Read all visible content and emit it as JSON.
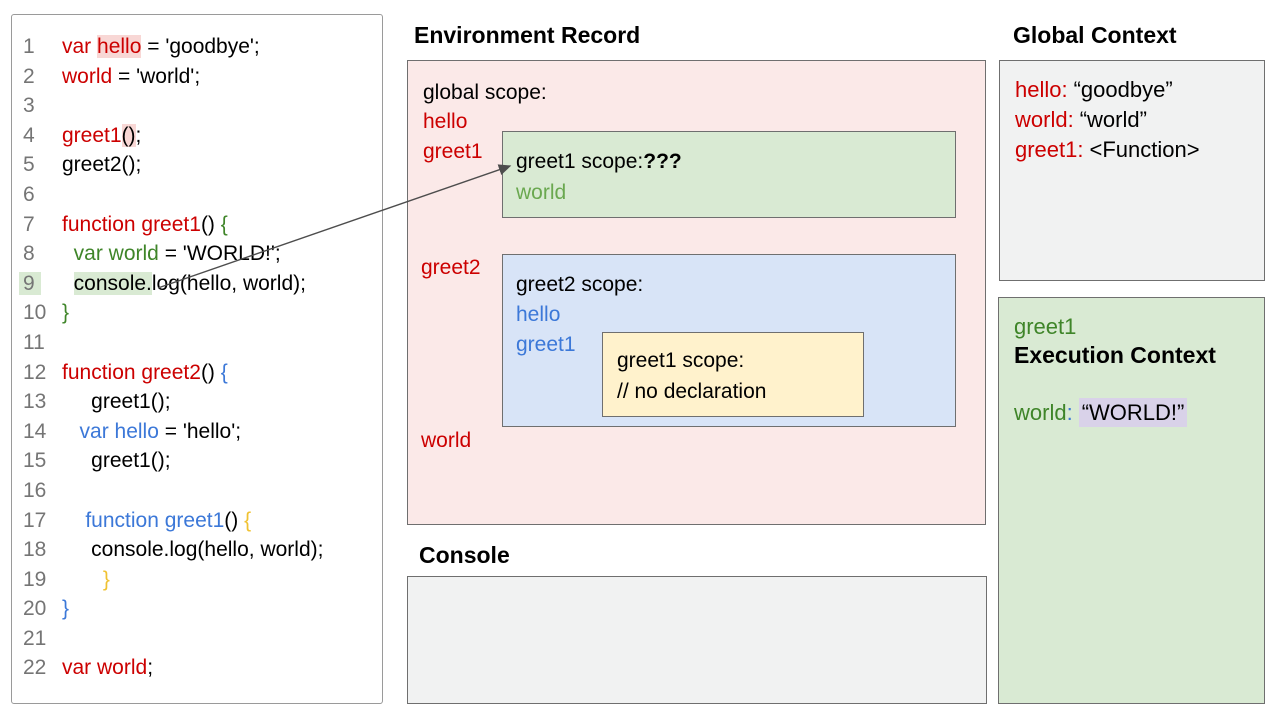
{
  "colors": {
    "red": "#cc0000",
    "green": "#3f8529",
    "lgreen": "#6aa84f",
    "blue": "#3c78d8",
    "yellow": "#f0c232",
    "lnum": "#757575",
    "pinkpanel": "#fbe9e8",
    "greenbox": "#d9ead3",
    "bluebox": "#d8e4f7",
    "yellowbox": "#fff2cc",
    "graybox": "#f1f2f2",
    "lavender": "#d9d2e9",
    "pinkhl": "#f8d7d5",
    "greenhl": "#d9ead3",
    "border": "#6f6f6f",
    "arrow": "#4d4d4d"
  },
  "code_panel": {
    "lines": [
      {
        "n": "1",
        "tokens": [
          {
            "c": "r",
            "t": "var "
          },
          {
            "c": "r",
            "hl": "p",
            "t": "hello"
          },
          {
            "c": "k",
            "t": " = 'goodbye';"
          }
        ]
      },
      {
        "n": "2",
        "tokens": [
          {
            "c": "r",
            "t": "world"
          },
          {
            "c": "k",
            "t": " = 'world';"
          }
        ]
      },
      {
        "n": "3",
        "tokens": []
      },
      {
        "n": "4",
        "tokens": [
          {
            "c": "r",
            "t": "greet1"
          },
          {
            "c": "k",
            "hl": "p",
            "t": "()"
          },
          {
            "c": "k",
            "t": ";"
          }
        ]
      },
      {
        "n": "5",
        "tokens": [
          {
            "c": "k",
            "t": "greet2();"
          }
        ]
      },
      {
        "n": "6",
        "tokens": []
      },
      {
        "n": "7",
        "tokens": [
          {
            "c": "r",
            "t": "function greet1"
          },
          {
            "c": "k",
            "t": "() "
          },
          {
            "c": "g",
            "t": "{"
          }
        ]
      },
      {
        "n": "8",
        "tokens": [
          {
            "c": "k",
            "t": "  "
          },
          {
            "c": "g",
            "t": "var world"
          },
          {
            "c": "k",
            "t": " = 'WORLD!';"
          }
        ]
      },
      {
        "n": "9",
        "nhl": true,
        "tokens": [
          {
            "c": "k",
            "t": "  "
          },
          {
            "c": "k",
            "hl": "g",
            "t": "console."
          },
          {
            "c": "k",
            "t": "log(hello, world);"
          }
        ]
      },
      {
        "n": "10",
        "tokens": [
          {
            "c": "g",
            "t": "}"
          }
        ]
      },
      {
        "n": "11",
        "tokens": []
      },
      {
        "n": "12",
        "tokens": [
          {
            "c": "r",
            "t": "function greet2"
          },
          {
            "c": "k",
            "t": "() "
          },
          {
            "c": "b",
            "t": "{"
          }
        ]
      },
      {
        "n": "13",
        "tokens": [
          {
            "c": "k",
            "t": "     greet1();"
          }
        ]
      },
      {
        "n": "14",
        "tokens": [
          {
            "c": "k",
            "t": "   "
          },
          {
            "c": "b",
            "t": "var hello"
          },
          {
            "c": "k",
            "t": " = 'hello';"
          }
        ]
      },
      {
        "n": "15",
        "tokens": [
          {
            "c": "k",
            "t": "     greet1();"
          }
        ]
      },
      {
        "n": "16",
        "tokens": []
      },
      {
        "n": "17",
        "tokens": [
          {
            "c": "k",
            "t": "    "
          },
          {
            "c": "b",
            "t": "function greet1"
          },
          {
            "c": "k",
            "t": "() "
          },
          {
            "c": "y",
            "t": "{"
          }
        ]
      },
      {
        "n": "18",
        "tokens": [
          {
            "c": "k",
            "t": "     console.log(hello, world);"
          }
        ]
      },
      {
        "n": "19",
        "tokens": [
          {
            "c": "k",
            "t": "       "
          },
          {
            "c": "y",
            "t": "}"
          }
        ]
      },
      {
        "n": "20",
        "tokens": [
          {
            "c": "b",
            "t": "}"
          }
        ]
      },
      {
        "n": "21",
        "tokens": []
      },
      {
        "n": "22",
        "tokens": [
          {
            "c": "r",
            "t": "var world"
          },
          {
            "c": "k",
            "t": ";"
          }
        ]
      }
    ]
  },
  "env_record": {
    "title": "Environment Record",
    "global_scope": {
      "label": "global scope:",
      "vars": [
        "hello",
        "greet1",
        "greet2",
        "world"
      ]
    },
    "greet1_scope": {
      "label": "greet1 scope:",
      "question": "???",
      "var_world": "world"
    },
    "greet2_scope": {
      "label": "greet2 scope:",
      "var_hello": "hello",
      "var_greet1": "greet1",
      "inner_greet1_scope": {
        "label": "greet1 scope:",
        "comment": "// no declaration"
      }
    }
  },
  "console_panel": {
    "title": "Console"
  },
  "global_context": {
    "title": "Global Context",
    "entries": [
      {
        "key": "hello:",
        "value": "“goodbye”"
      },
      {
        "key": "world:",
        "value": "“world”"
      },
      {
        "key": "greet1:",
        "value": "<Function>"
      }
    ]
  },
  "execution_context": {
    "function_name": "greet1",
    "title": "Execution Context",
    "key": "world",
    "colon": ":",
    "value": "“WORLD!”"
  }
}
